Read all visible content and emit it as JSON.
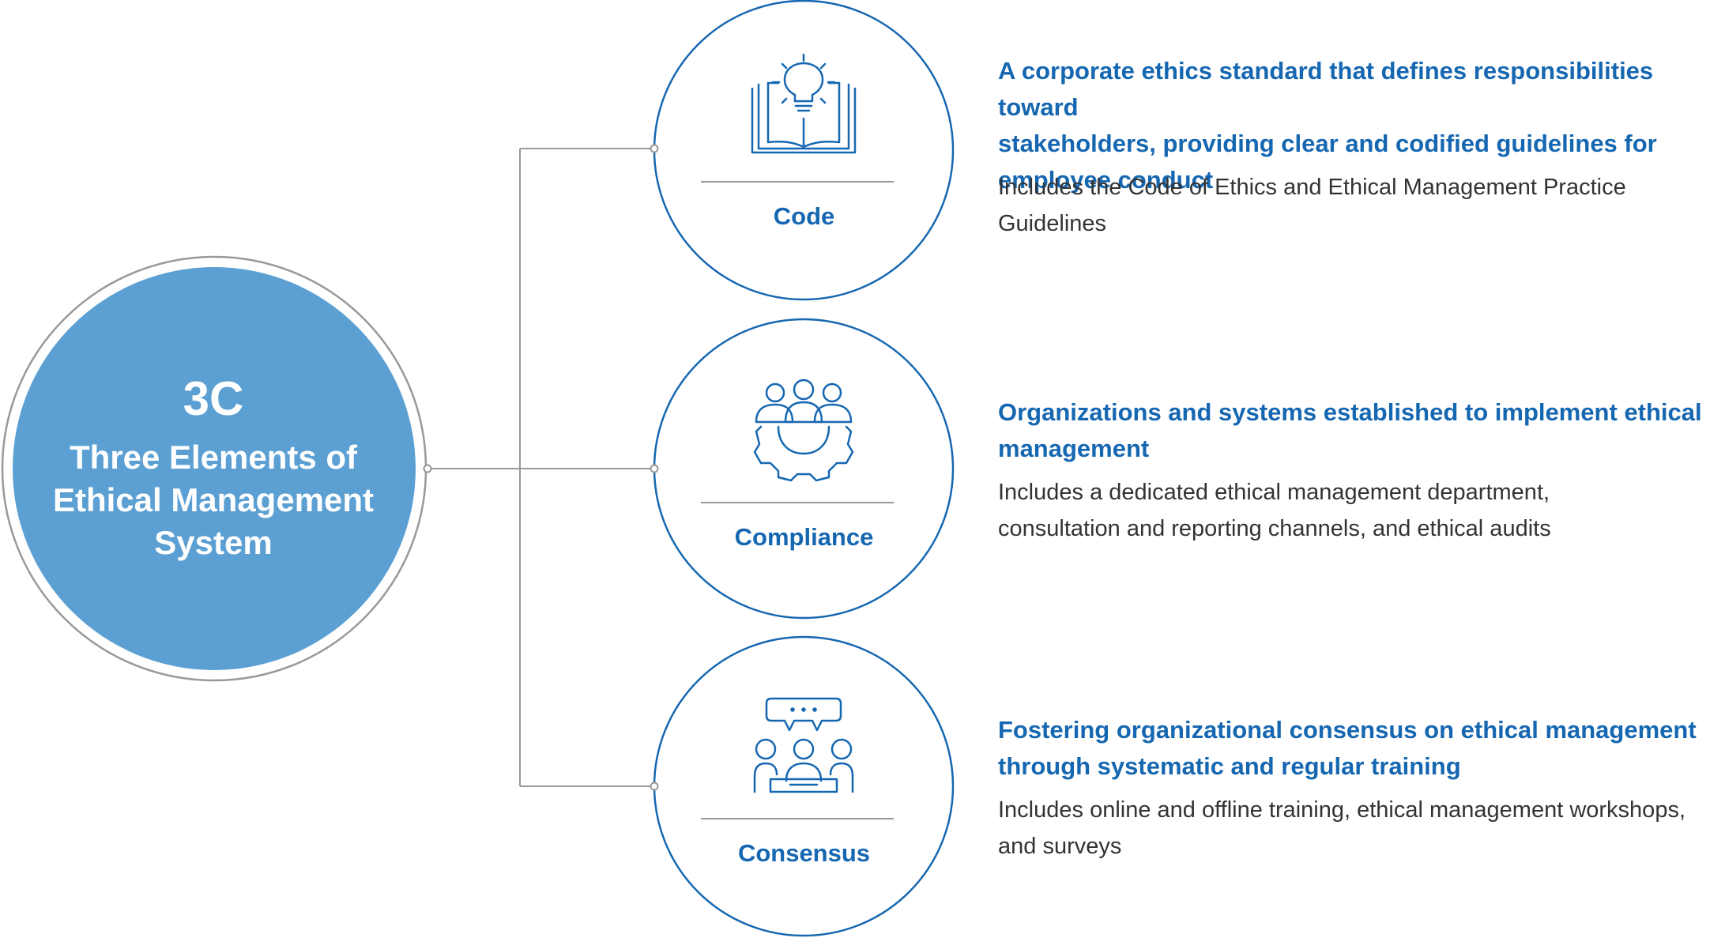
{
  "colors": {
    "accent": "#1667b1",
    "center_fill": "#5ca0d3",
    "connector": "#999999",
    "body_text": "#333333"
  },
  "center": {
    "title": "3C",
    "subtitle_lines": [
      "Three Elements of",
      "Ethical Management",
      "System"
    ]
  },
  "elements": [
    {
      "label": "Code",
      "icon": "lightbulb-book-icon",
      "headline_lines": [
        "A corporate ethics standard that defines responsibilities toward",
        "stakeholders, providing clear and codified guidelines for",
        "employee conduct"
      ],
      "description_lines": [
        "Includes the Code of Ethics and Ethical Management Practice",
        "Guidelines"
      ]
    },
    {
      "label": "Compliance",
      "icon": "team-gear-icon",
      "headline_lines": [
        "Organizations and systems established to implement ethical",
        "management"
      ],
      "description_lines": [
        "Includes a dedicated ethical management department,",
        "consultation and reporting channels, and ethical audits"
      ]
    },
    {
      "label": "Consensus",
      "icon": "meeting-speech-icon",
      "headline_lines": [
        "Fostering organizational consensus on ethical management",
        "through systematic and regular training"
      ],
      "description_lines": [
        "Includes online and offline training, ethical management workshops,",
        "and surveys"
      ]
    }
  ]
}
